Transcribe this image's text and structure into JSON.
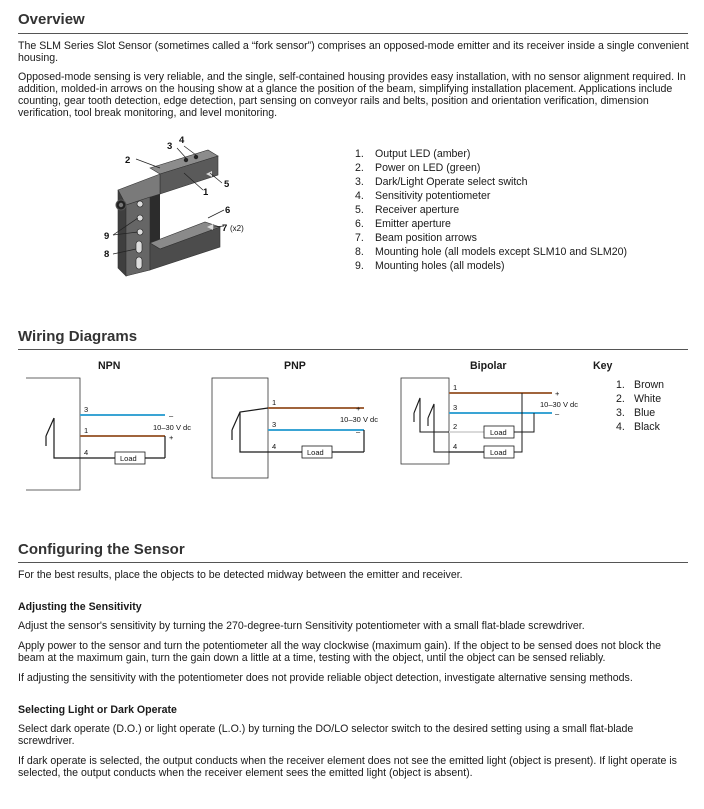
{
  "overview": {
    "title": "Overview",
    "para1": "The SLM Series Slot Sensor (sometimes called a “fork sensor”) comprises an opposed-mode emitter and its receiver inside a single convenient housing.",
    "para2": "Opposed-mode sensing is very reliable, and the single, self-contained housing provides easy installation, with no sensor alignment required. In addition, molded-in arrows on the housing show at a glance the position of the beam, simplifying installation placement. Applications include counting, gear tooth detection, edge detection, part sensing on conveyor rails and belts, position and orientation verification, dimension verification, tool break monitoring, and level monitoring.",
    "callouts": [
      "1",
      "2",
      "3",
      "4",
      "5",
      "6",
      "7",
      "(x2)",
      "8",
      "9"
    ],
    "features": [
      {
        "num": "1.",
        "text": "Output LED (amber)"
      },
      {
        "num": "2.",
        "text": "Power on LED (green)"
      },
      {
        "num": "3.",
        "text": "Dark/Light Operate select switch"
      },
      {
        "num": "4.",
        "text": "Sensitivity potentiometer"
      },
      {
        "num": "5.",
        "text": "Receiver aperture"
      },
      {
        "num": "6.",
        "text": "Emitter aperture"
      },
      {
        "num": "7.",
        "text": "Beam position arrows"
      },
      {
        "num": "8.",
        "text": "Mounting hole (all models except SLM10 and SLM20)"
      },
      {
        "num": "9.",
        "text": "Mounting holes (all models)"
      }
    ]
  },
  "wiring": {
    "title": "Wiring Diagrams",
    "npn": {
      "title": "NPN",
      "wires": [
        "3",
        "1",
        "4"
      ],
      "plus": "+",
      "minus": "–",
      "supply": "10–30 V dc",
      "load": "Load"
    },
    "pnp": {
      "title": "PNP",
      "wires": [
        "1",
        "3",
        "4"
      ],
      "plus": "+",
      "minus": "–",
      "supply": "10–30 V dc",
      "load": "Load"
    },
    "bipolar": {
      "title": "Bipolar",
      "wires": [
        "1",
        "3",
        "2",
        "4"
      ],
      "plus": "+",
      "minus": "–",
      "supply": "10–30 V dc",
      "load1": "Load",
      "load2": "Load"
    },
    "key": {
      "title": "Key",
      "items": [
        {
          "num": "1.",
          "text": "Brown"
        },
        {
          "num": "2.",
          "text": "White"
        },
        {
          "num": "3.",
          "text": "Blue"
        },
        {
          "num": "4.",
          "text": "Black"
        }
      ]
    },
    "colors": {
      "brown": "#a0643c",
      "blue": "#3aa4d4",
      "white": "#d9d9d9",
      "black": "#1a1a1a"
    }
  },
  "configuring": {
    "title": "Configuring the Sensor",
    "intro": "For the best results, place the objects to be detected midway between the emitter and receiver.",
    "sensitivity": {
      "heading": "Adjusting the Sensitivity",
      "p1": "Adjust the sensor's sensitivity by turning the 270-degree-turn Sensitivity potentiometer with a small flat-blade screwdriver.",
      "p2": "Apply power to the sensor and turn the potentiometer all the way clockwise (maximum gain). If the object to be sensed does not block the beam at the maximum gain, turn the gain down a little at a time, testing with the object, until the object can be sensed reliably.",
      "p3": "If adjusting the sensitivity with the potentiometer does not provide reliable object detection, investigate alternative sensing methods."
    },
    "light_dark": {
      "heading": "Selecting Light or Dark Operate",
      "p1": "Select dark operate (D.O.) or light operate (L.O.) by turning the DO/LO selector switch to the desired setting using a small flat-blade screwdriver.",
      "p2": "If dark operate is selected, the output conducts when the receiver element does not see the emitted light (object is present). If light operate is selected, the output conducts when the receiver element sees the emitted light (object is absent)."
    }
  }
}
